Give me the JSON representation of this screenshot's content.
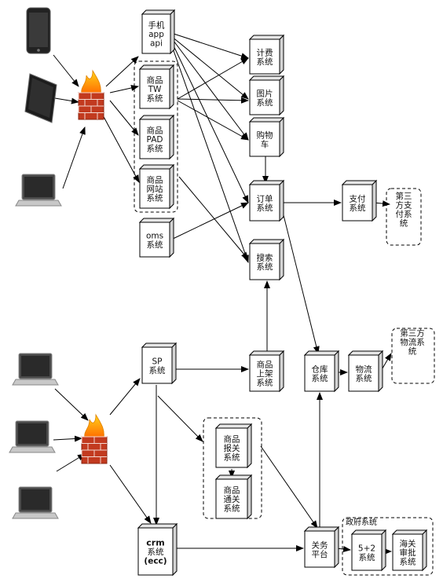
{
  "devices": {
    "phone": "phone",
    "tablet": "tablet",
    "laptop": "laptop",
    "firewall": "firewall"
  },
  "nodes": {
    "mobile_api": [
      "手机",
      "app",
      "api"
    ],
    "product_tw": [
      "商品",
      "TW",
      "系统"
    ],
    "product_pad": [
      "商品",
      "PAD",
      "系统"
    ],
    "product_web": [
      "商品",
      "网站",
      "系统"
    ],
    "oms": [
      "oms",
      "系统"
    ],
    "billing": [
      "计费",
      "系统"
    ],
    "image": [
      "图片",
      "系统"
    ],
    "cart": [
      "购物",
      "车"
    ],
    "order": [
      "订单",
      "系统"
    ],
    "search": [
      "搜索",
      "系统"
    ],
    "payment": [
      "支付",
      "系统"
    ],
    "third_pay": [
      "第三",
      "方支",
      "付系",
      "统"
    ],
    "sp": [
      "SP",
      "系统"
    ],
    "product_listing": [
      "商品",
      "上架",
      "系统"
    ],
    "warehouse": [
      "仓库",
      "系统"
    ],
    "logistics": [
      "物流",
      "系统"
    ],
    "third_logistics": [
      "第三方",
      "物流系",
      "统"
    ],
    "customs_declare": [
      "商品",
      "报关",
      "系统"
    ],
    "customs_clear": [
      "商品",
      "通关",
      "系统"
    ],
    "crm": [
      "crm",
      "系统",
      "(ecc)"
    ],
    "customs_platform": [
      "关务",
      "平台"
    ],
    "five_two": [
      "5+2",
      "系统"
    ],
    "customs_approval": [
      "海关",
      "审批",
      "系统"
    ]
  },
  "groups": {
    "gov_label": "政府系统"
  },
  "colors": {
    "node_fill": "#ffffff",
    "node_side": "#d4d4d4",
    "node_stroke": "#000000",
    "arrow": "#000000",
    "dashed": "#000000"
  }
}
